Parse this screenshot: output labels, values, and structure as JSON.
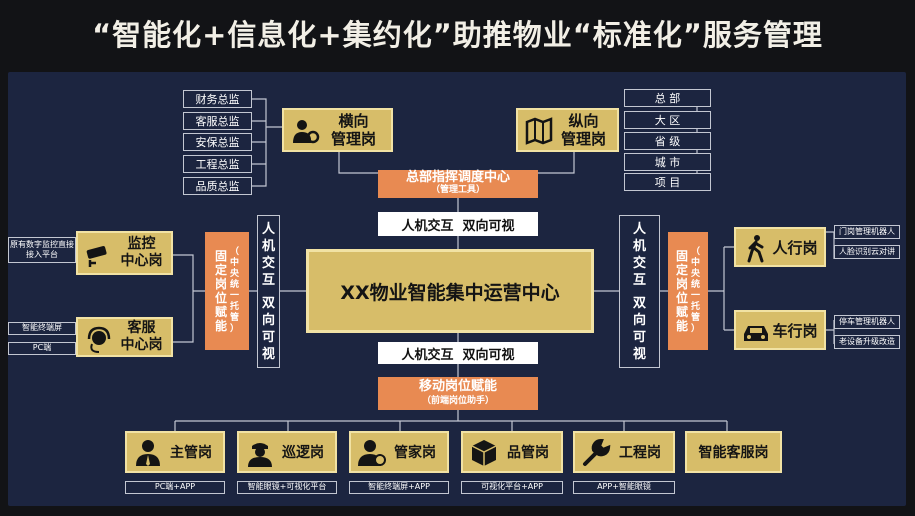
{
  "title": "“智能化+信息化+集约化”助推物业“标准化”服务管理",
  "center": "XX物业智能集中运营中心",
  "hq": {
    "title": "总部指挥调度中心",
    "sub": "（管理工具）"
  },
  "mobile": {
    "title": "移动岗位赋能",
    "sub": "（前端岗位助手）"
  },
  "interaction": "人机交互  双向可视",
  "interaction_v1": [
    "人",
    "机",
    "交",
    "互"
  ],
  "interaction_v2": [
    "双",
    "向",
    "可",
    "视"
  ],
  "fixed_empower": [
    "固",
    "定",
    "岗",
    "位",
    "赋",
    "能"
  ],
  "central": [
    "（",
    "中",
    "央",
    "统",
    "一",
    "托",
    "管",
    "）"
  ],
  "horizontal": {
    "name": "横向\n管理岗",
    "items": [
      "财务总监",
      "客服总监",
      "安保总监",
      "工程总监",
      "品质总监"
    ]
  },
  "vertical": {
    "name": "纵向\n管理岗",
    "items": [
      "总  部",
      "大  区",
      "省  级",
      "城  市",
      "项  目"
    ]
  },
  "monitor": {
    "name": "监控\n中心岗",
    "tags": [
      "原有数字监控直接接入平台"
    ]
  },
  "service": {
    "name": "客服\n中心岗",
    "tags": [
      "智能终端屏",
      "PC端"
    ]
  },
  "pedestrian": {
    "name": "人行岗",
    "tags": [
      "门岗管理机器人",
      "人脸识别云对讲"
    ]
  },
  "vehicle": {
    "name": "车行岗",
    "tags": [
      "停车管理机器人",
      "老设备升级改造"
    ]
  },
  "bottom": [
    {
      "name": "主管岗",
      "tag": "PC端+APP",
      "icon": "manager-icon"
    },
    {
      "name": "巡逻岗",
      "tag": "智能眼镜+可视化平台",
      "icon": "guard-icon"
    },
    {
      "name": "管家岗",
      "tag": "智能终端屏+APP",
      "icon": "butler-icon"
    },
    {
      "name": "品管岗",
      "tag": "可视化平台+APP",
      "icon": "box-icon"
    },
    {
      "name": "工程岗",
      "tag": "APP+智能眼镜",
      "icon": "wrench-icon"
    },
    {
      "name": "智能客服岗",
      "tag": "",
      "icon": ""
    }
  ],
  "colors": {
    "background": "#121316",
    "panel": "#1c2540",
    "gold": "#d7bd69",
    "orange": "#e88a52",
    "line": "#c3c7d2"
  }
}
